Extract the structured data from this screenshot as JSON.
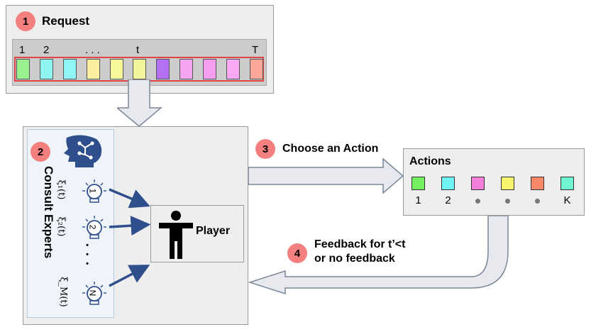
{
  "request": {
    "badge": "1",
    "title": "Request",
    "tick_labels": [
      "1",
      "2",
      ". . .",
      "t",
      "T"
    ],
    "cells": [
      {
        "color": "#99f091"
      },
      {
        "color": "#8ff5ef"
      },
      {
        "color": "#8ff5f7"
      },
      {
        "color": "#fbee9f"
      },
      {
        "color": "#f7f99b"
      },
      {
        "color": "#f3f59c"
      },
      {
        "color": "#b56ff2"
      },
      {
        "color": "#f6a6f1"
      },
      {
        "color": "#f49ef0"
      },
      {
        "color": "#f8a9f3"
      },
      {
        "color": "#fca797"
      }
    ]
  },
  "experts": {
    "badge": "2",
    "title": "Consult Experts",
    "items": [
      {
        "label": "ξ₁(t)",
        "bulb": "1"
      },
      {
        "label": "ξ₂(t)",
        "bulb": "2"
      },
      {
        "label": "ξ_M(t)",
        "bulb": "N"
      }
    ],
    "ellipsis": "•\n•\n•"
  },
  "player": {
    "label": "Player"
  },
  "choose": {
    "badge": "3",
    "label": "Choose an Action"
  },
  "actions": {
    "title": "Actions",
    "items": [
      {
        "color": "#75f060",
        "label": "1"
      },
      {
        "color": "#6ff2f5",
        "label": "2"
      },
      {
        "color": "#f57edb",
        "label": ""
      },
      {
        "color": "#f6f56b",
        "label": ""
      },
      {
        "color": "#f9886b",
        "label": ""
      },
      {
        "color": "#6ff5d1",
        "label": "K"
      }
    ]
  },
  "feedback": {
    "badge": "4",
    "line1": "Feedback for t’<t",
    "line2": "or  no feedback"
  },
  "colors": {
    "panel_fill": "#eeeeee",
    "panel_border": "#9a9a9a",
    "expert_fill": "#eef4fa",
    "accent_blue": "#2f4e8c",
    "badge": "#f47f7f",
    "cell_border": "#e04545"
  }
}
